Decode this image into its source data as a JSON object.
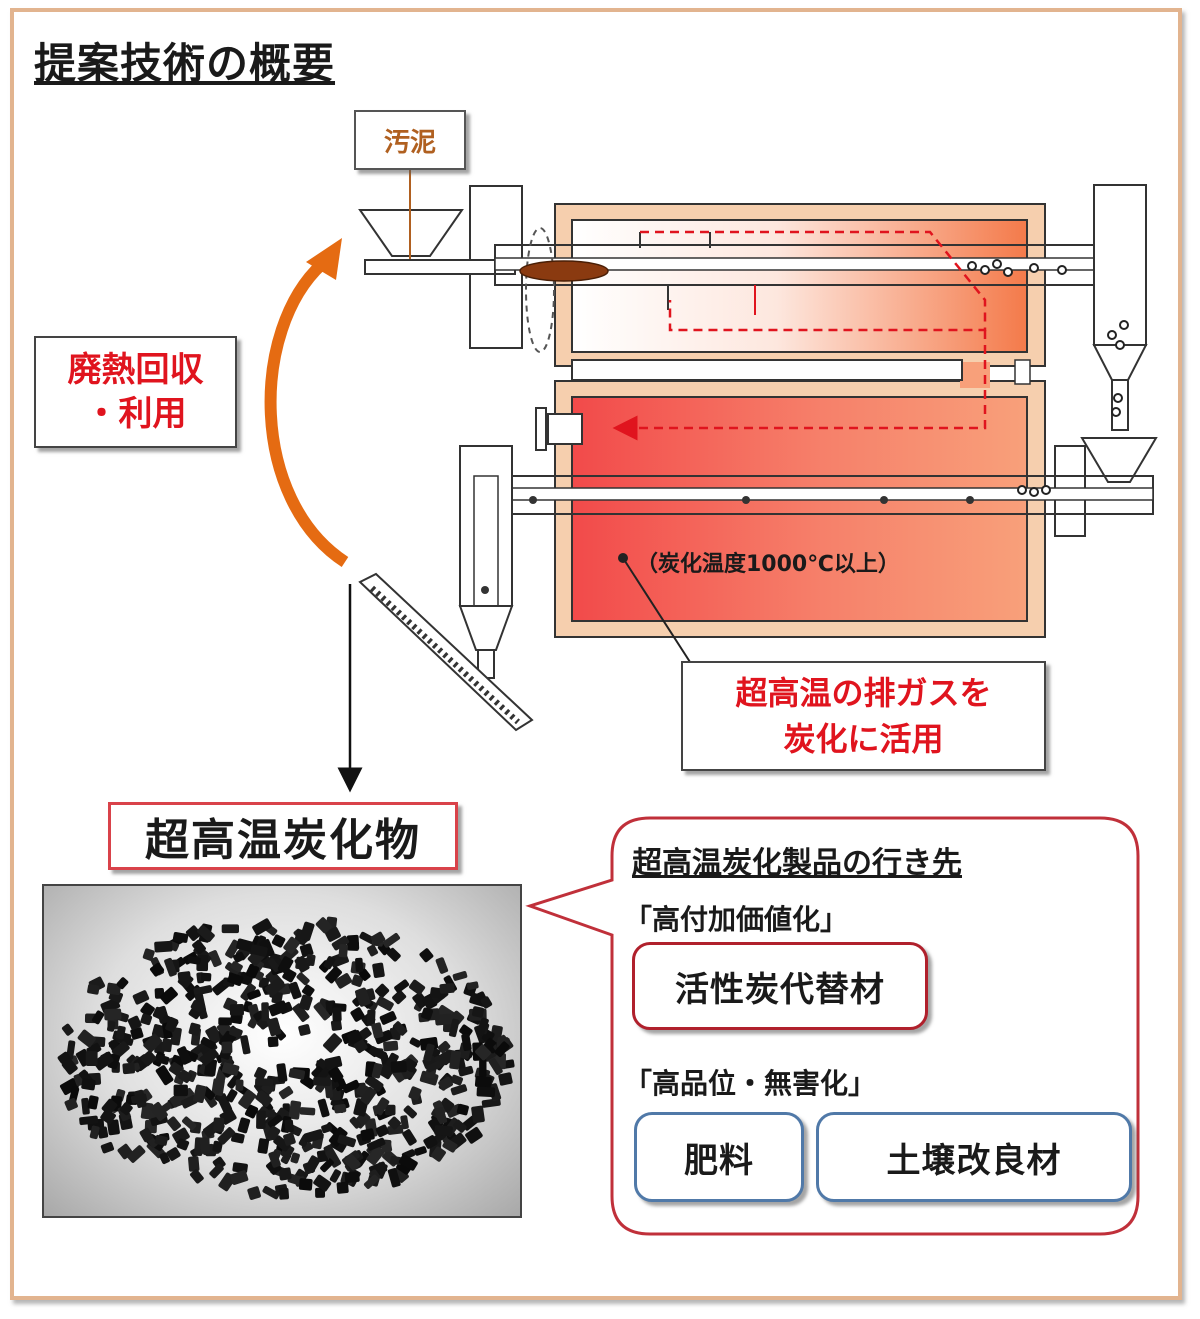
{
  "title": "提案技術の概要",
  "labels": {
    "sludge": "汚泥",
    "waste_heat_line1": "廃熱回収",
    "waste_heat_line2": "・利用",
    "exhaust_line1": "超高温の排ガスを",
    "exhaust_line2": "炭化に活用",
    "carbonization_temp": "（炭化温度1000℃以上）",
    "product": "超高温炭化物"
  },
  "destinations": {
    "heading": "超高温炭化製品の行き先",
    "category1": "「高付加価値化」",
    "category1_item": "活性炭代替材",
    "category2": "「高品位・無害化」",
    "category2_item1": "肥料",
    "category2_item2": "土壌改良材"
  },
  "colors": {
    "accent_red": "#e0141e",
    "frame_orange": "#e2b48f",
    "furnace_outer": "#f6cfae",
    "arrow_orange": "#e56b12",
    "pill_red": "#b0202c",
    "pill_blue": "#5079a8"
  }
}
